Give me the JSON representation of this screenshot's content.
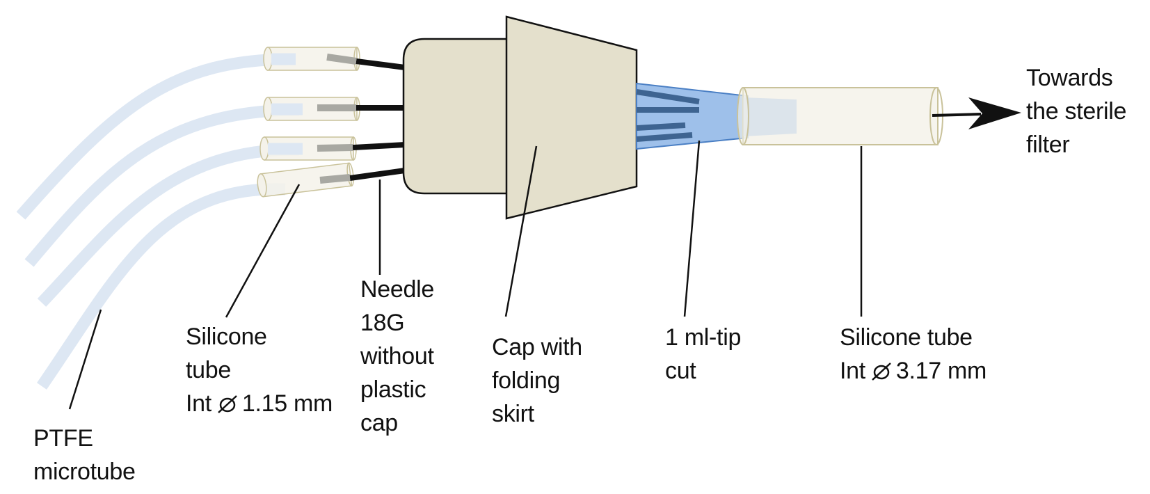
{
  "labels": {
    "ptfe": [
      "PTFE",
      "microtube"
    ],
    "silicone_small": [
      "Silicone",
      "tube"
    ],
    "silicone_small_int": "Int",
    "silicone_small_size": "1.15 mm",
    "needle": [
      "Needle",
      "18G",
      "without",
      "plastic",
      "cap"
    ],
    "cap": [
      "Cap with",
      "folding",
      "skirt"
    ],
    "tip": [
      "1 ml-tip",
      "cut"
    ],
    "silicone_large_title": "Silicone tube",
    "silicone_large_int": "Int",
    "silicone_large_size": "3.17 mm",
    "towards": [
      "Towards",
      "the sterile",
      "filter"
    ]
  },
  "icons": [
    "diameter-symbol-icon",
    "arrow-right-icon"
  ],
  "colors": {
    "ptfe_tube": "#dde7f3",
    "silicone": "#f4f2ea",
    "silicone_stroke": "#c9c29a",
    "needle": "#111111",
    "needle_tip": "#a8a8a2",
    "cap": "#e4e0cc",
    "tip": "#9ec0ea",
    "tip_stroke": "#4a7fc4",
    "tip_stripes": "#3e6491"
  }
}
